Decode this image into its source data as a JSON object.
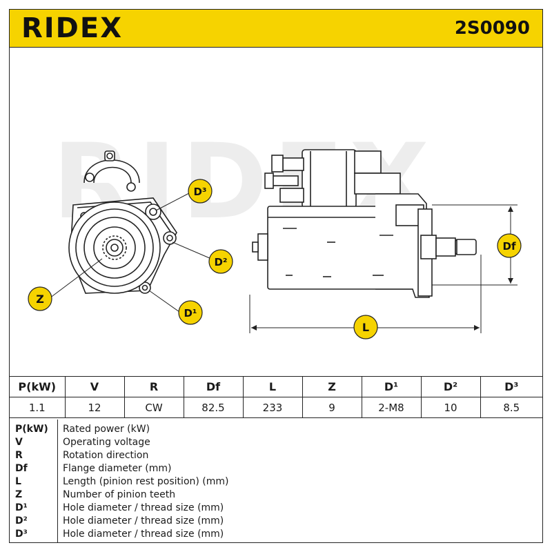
{
  "brand": "RIDEX",
  "part_number": "2S0090",
  "watermark": "RIDEX",
  "callouts": {
    "d3": "D³",
    "d2": "D²",
    "d1": "D¹",
    "z": "Z",
    "df": "Df",
    "l": "L"
  },
  "spec_table": {
    "headers": [
      "P(kW)",
      "V",
      "R",
      "Df",
      "L",
      "Z",
      "D¹",
      "D²",
      "D³"
    ],
    "values": [
      "1.1",
      "12",
      "CW",
      "82.5",
      "233",
      "9",
      "2-M8",
      "10",
      "8.5"
    ]
  },
  "legend": [
    {
      "key": "P(kW)",
      "desc": "Rated power (kW)"
    },
    {
      "key": "V",
      "desc": "Operating voltage"
    },
    {
      "key": "R",
      "desc": "Rotation direction"
    },
    {
      "key": "Df",
      "desc": "Flange diameter (mm)"
    },
    {
      "key": "L",
      "desc": "Length (pinion rest position) (mm)"
    },
    {
      "key": "Z",
      "desc": "Number of pinion teeth"
    },
    {
      "key": "D¹",
      "desc": "Hole diameter / thread size (mm)"
    },
    {
      "key": "D²",
      "desc": "Hole diameter / thread size (mm)"
    },
    {
      "key": "D³",
      "desc": "Hole diameter / thread size (mm)"
    }
  ],
  "colors": {
    "brand_yellow": "#f6d300",
    "callout_fill": "#f6d300",
    "line": "#222222"
  }
}
